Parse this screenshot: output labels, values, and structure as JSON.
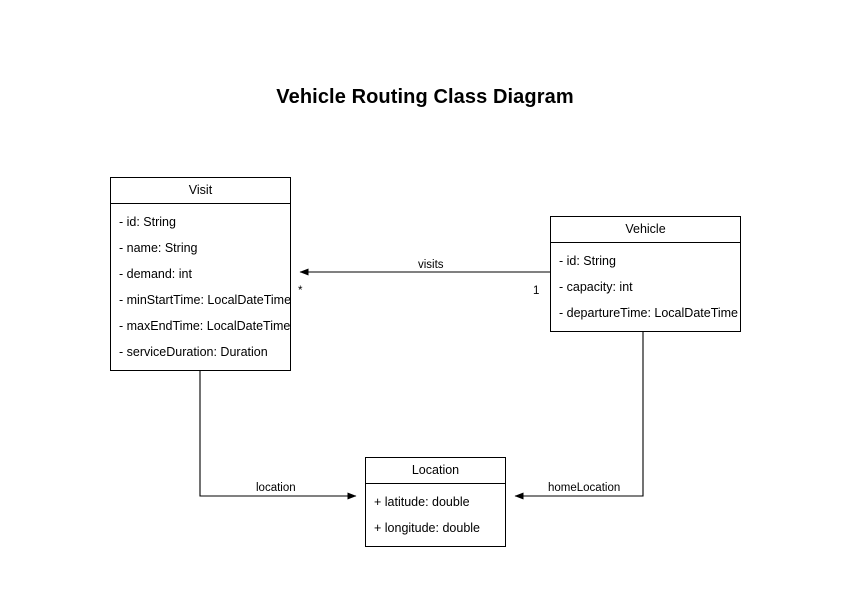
{
  "diagram": {
    "title": "Vehicle Routing Class Diagram",
    "background": "#ffffff",
    "stroke": "#000000",
    "classes": [
      {
        "id": "visit",
        "name": "Visit",
        "attributes": [
          "- id: String",
          "- name: String",
          "- demand: int",
          "- minStartTime: LocalDateTime",
          "- maxEndTime: LocalDateTime",
          "- serviceDuration: Duration"
        ]
      },
      {
        "id": "vehicle",
        "name": "Vehicle",
        "attributes": [
          "- id: String",
          "- capacity: int",
          "- departureTime: LocalDateTime"
        ]
      },
      {
        "id": "location",
        "name": "Location",
        "attributes": [
          "+ latitude: double",
          "+ longitude: double"
        ]
      }
    ],
    "relationships": [
      {
        "id": "visits",
        "label": "visits",
        "from": "Vehicle",
        "to": "Visit",
        "source_multiplicity": "1",
        "target_multiplicity": "*"
      },
      {
        "id": "location",
        "label": "location",
        "from": "Visit",
        "to": "Location",
        "source_multiplicity": "",
        "target_multiplicity": ""
      },
      {
        "id": "homeLocation",
        "label": "homeLocation",
        "from": "Vehicle",
        "to": "Location",
        "source_multiplicity": "",
        "target_multiplicity": ""
      }
    ]
  }
}
